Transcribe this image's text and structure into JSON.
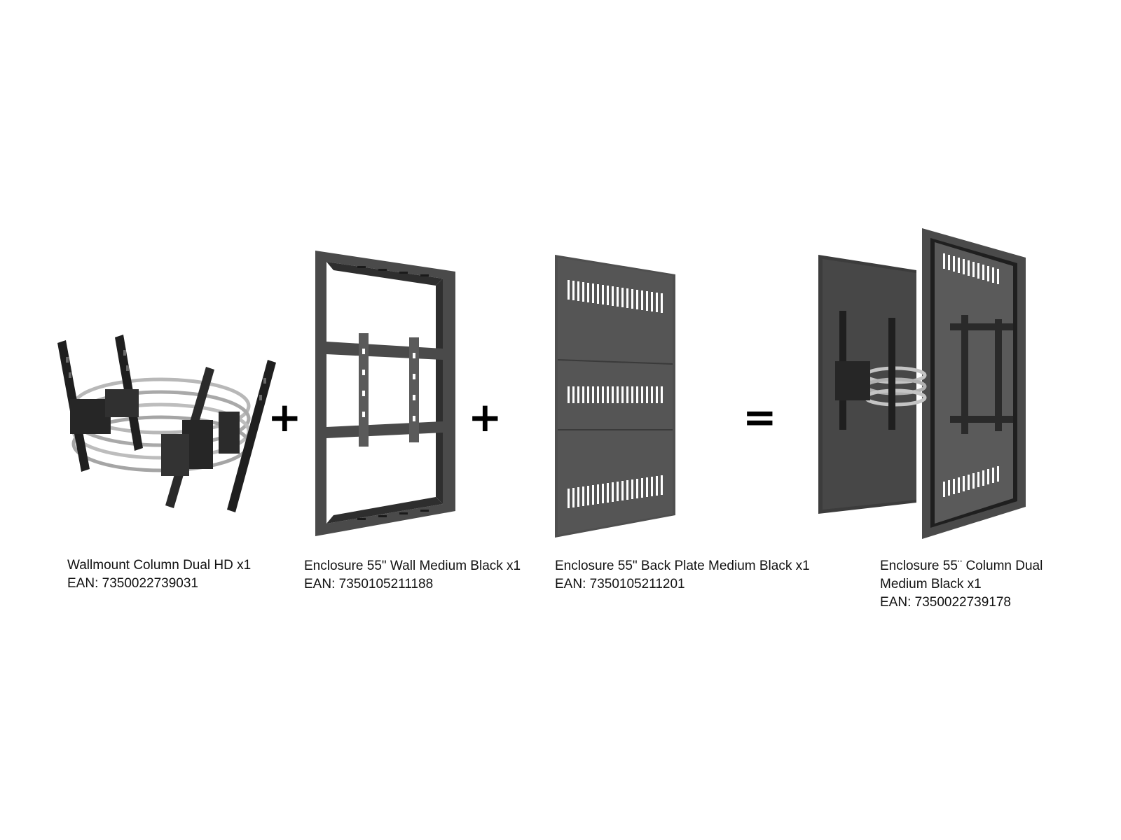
{
  "products": [
    {
      "name_lines": [
        "Wallmount Column Dual HD  x1"
      ],
      "ean": "EAN: 7350022739031",
      "icon": "column-mount-icon"
    },
    {
      "name_lines": [
        "Enclosure 55\" Wall Medium Black x1"
      ],
      "ean": "EAN: 7350105211188",
      "icon": "enclosure-frame-icon"
    },
    {
      "name_lines": [
        "Enclosure 55\" Back Plate Medium Black x1"
      ],
      "ean": "EAN: 7350105211201",
      "icon": "back-plate-icon"
    },
    {
      "name_lines": [
        "Enclosure 55¨ Column Dual",
        "Medium Black x1"
      ],
      "ean": "EAN: 7350022739178",
      "icon": "assembled-enclosure-icon"
    }
  ],
  "operators": {
    "plus": "+",
    "equals": "="
  },
  "colors": {
    "frame": "#4a4a4a",
    "frame_dark": "#2e2e2e",
    "steel": "#b8b8b8",
    "mount": "#1f1f1f"
  }
}
